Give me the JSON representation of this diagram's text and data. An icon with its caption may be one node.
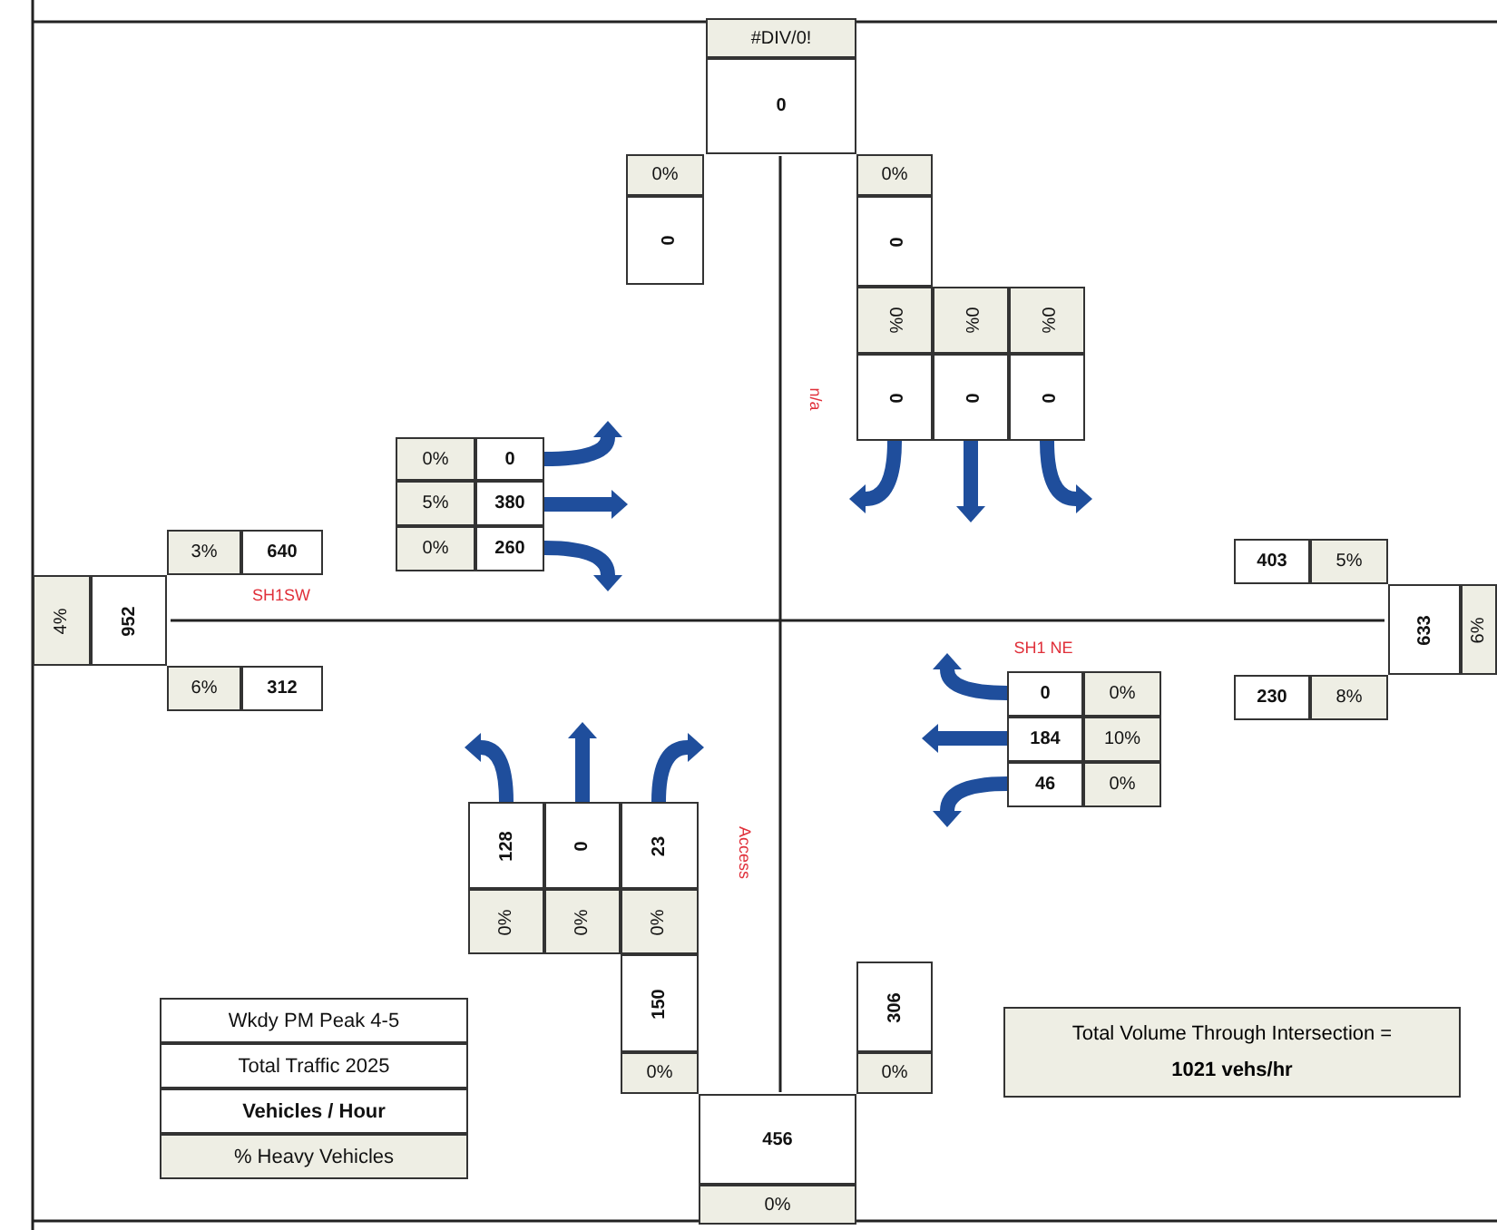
{
  "diagram": {
    "nodes": [
      {
        "text": [
          "Total Volume Through Intersection =",
          "1021 vehs/hr"
        ]
      }
    ],
    "labels": [
      "#DIV/0!",
      "0",
      "0%",
      "0%",
      "0",
      "0",
      "0%",
      "0%",
      "0%",
      "0",
      "0",
      "0",
      "n/a",
      "0%",
      "0",
      "5%",
      "380",
      "3%",
      "640",
      "0%",
      "260",
      "403",
      "5%",
      "4%",
      "952",
      "SH1SW",
      "633",
      "6%",
      "SH1 NE",
      "6%",
      "312",
      "0",
      "0%",
      "230",
      "8%",
      "184",
      "10%",
      "46",
      "0%",
      "128",
      "0",
      "23",
      "0%",
      "0%",
      "0%",
      "Access",
      "150",
      "306",
      "Wkdy PM Peak 4-5",
      "Total Traffic 2025",
      "0%",
      "0%",
      "Vehicles / Hour",
      "456",
      "% Heavy Vehicles",
      "0%"
    ]
  }
}
